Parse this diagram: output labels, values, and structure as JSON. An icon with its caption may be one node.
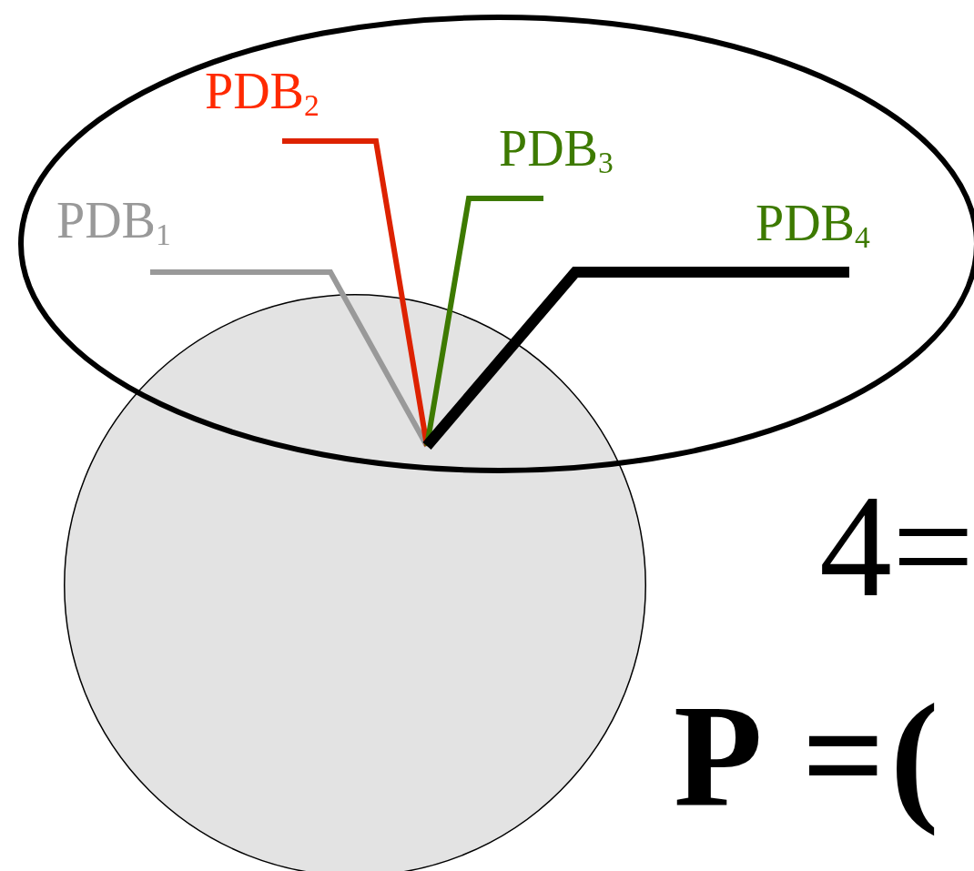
{
  "diagram": {
    "nodes": [
      {
        "text": [],
        "shape": "ellipse"
      },
      {
        "text": [],
        "shape": "circle"
      },
      {
        "text": [
          "PDB$_{1}$"
        ],
        "in": 0
      },
      {
        "text": [
          "PDB$_{2}$"
        ],
        "in": 0
      },
      {
        "text": [
          "PDB$_{3}$"
        ],
        "in": 0
      },
      {
        "text": [
          "PDB$_{4}$"
        ],
        "in": 0
      }
    ],
    "edges": [
      {
        "from": 2,
        "to": 1,
        "arrow": "none",
        "color": "#999999"
      },
      {
        "from": 3,
        "to": 1,
        "arrow": "none",
        "color": "#dd2200"
      },
      {
        "from": 4,
        "to": 1,
        "arrow": "none",
        "color": "#3d7a00"
      },
      {
        "from": 5,
        "to": 1,
        "arrow": "none",
        "style": "thick",
        "color": "#000000"
      }
    ],
    "labels": [
      "4=",
      "P =("
    ]
  }
}
